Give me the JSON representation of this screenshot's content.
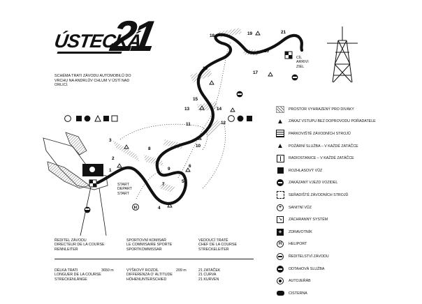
{
  "logo": {
    "text": "ÚSTECKÁ",
    "number": "21"
  },
  "description": "SCHÉMA TRATI ZÁVODU AUTOMOBILŮ DO VRCHU NA ANDRLŮV CHLUM V ÚSTÍ NAD ORLICÍ.",
  "start": {
    "l1": "START",
    "l2": "DEPART",
    "l3": "START"
  },
  "finish": {
    "l1": "CÍL",
    "l2": "ARRIVI",
    "l3": "ZIEL"
  },
  "turns": [
    "1",
    "2",
    "3",
    "4",
    "5",
    "6",
    "7",
    "8",
    "9",
    "10",
    "11",
    "12",
    "13",
    "14",
    "15",
    "16",
    "17",
    "18",
    "19",
    "20",
    "21"
  ],
  "legend": [
    {
      "icon": "spectator-zone-hatch",
      "label": "PROSTOR VYHRAZENÝ PRO DIVÁKY"
    },
    {
      "icon": "warning-triangle-icon",
      "label": "ZÁKAZ VSTUPU BEZ DOPROVODU POŘADATELE"
    },
    {
      "icon": "paddock-icon",
      "label": "PARKOVIŠTĚ ZÁVODNÍCH STROJŮ"
    },
    {
      "icon": "fire-service-icon",
      "label": "POŽÁRNÍ SLUŽBA – V KAŽDÉ ZATÁČCE"
    },
    {
      "icon": "radio-station-icon",
      "label": "RADIOSTANICE – V KAŽDÉ ZATÁČCE"
    },
    {
      "icon": "loudspeaker-car-icon",
      "label": "ROZHLASOVÝ VŮZ"
    },
    {
      "icon": "no-entry-icon",
      "label": "ZAKÁZANÝ VJEZD VOZIDEL"
    },
    {
      "icon": "assembly-area-icon",
      "label": "SEŘADIŠTĚ ZÁVODNÍCH STROJŮ"
    },
    {
      "icon": "ambulance-icon",
      "label": "SANITNÍ VŮZ"
    },
    {
      "icon": "rescue-system-icon",
      "label": "ZÁCHRANNÝ SYSTÉM"
    },
    {
      "icon": "medic-cross-icon",
      "label": "ZDRAVOTNÍK"
    },
    {
      "icon": "heliport-icon",
      "label": "HELIPORT"
    },
    {
      "icon": "race-director-icon",
      "label": "ŘEDITELSTVÍ ZÁVODU"
    },
    {
      "icon": "towing-icon",
      "label": "ODTAHOVÁ SLUŽBA"
    },
    {
      "icon": "tow-truck-icon",
      "label": "AUTOJEŘÁB"
    },
    {
      "icon": "water-tank-icon",
      "label": "CISTERNA"
    }
  ],
  "officials": {
    "director": {
      "l1": "ŘEDITEL ZÁVODU",
      "l2": "DIRECTEUR DE LA COURSE",
      "l3": "RENNLEITER"
    },
    "commissioner": {
      "l1": "SPORTOVNÍ KOMISAŘ",
      "l2": "LE COMMISAIRE SPORTE",
      "l3": "SPORTKOMMISSAR"
    },
    "track_chief": {
      "l1": "VEDOUCÍ TRATĚ",
      "l2": "CHEF DE LA COURSE",
      "l3": "STRECKELEITER"
    }
  },
  "stats": {
    "length": {
      "l1": "DÉLKA TRATI",
      "l2": "LONGUER DE LA COURSE",
      "l3": "STRECKENLÄNGE",
      "value": "3650 m"
    },
    "altitude": {
      "l1": "VÝŠKOVÝ ROZDÍL",
      "l2": "DIFFERENZA O' ALTITUDE",
      "l3": "HÖHENUNTERSCHIED",
      "value": "209 m"
    },
    "curves": {
      "l1": "21 ZATÁČEK",
      "l2": "21 CURVA",
      "l3": "21 KURVEN"
    }
  }
}
